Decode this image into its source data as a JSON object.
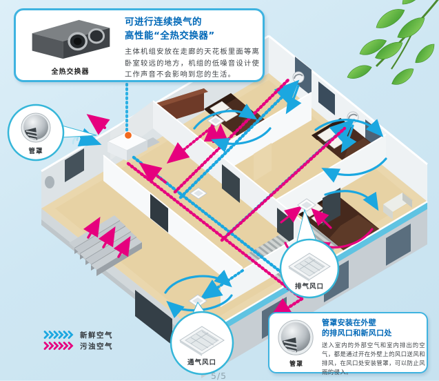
{
  "page": {
    "page_number": "5/5"
  },
  "colors": {
    "background": "#cfe7f3",
    "box_border": "#3eb3e0",
    "title_blue": "#0068b7",
    "fresh_air_blue": "#1ba7e0",
    "polluted_air_pink": "#e6007e",
    "leaf_green": "#55ab35",
    "wall_teal_band": "#5fc3e2"
  },
  "top_info_box": {
    "product_label": "全热交换器",
    "title_line1": "可进行连续换气的",
    "title_line2": "高性能“全热交换器”",
    "body": "主体机组安放在走廊的天花板里面等离卧室较远的地方，机组的低噪音设计使工作声音不会影响到您的生活。"
  },
  "callouts": {
    "left_hood": {
      "label": "管罩"
    },
    "exhaust_vent": {
      "label": "排气风口"
    },
    "air_vent": {
      "label": "通气风口"
    }
  },
  "bottom_info_box": {
    "image_label": "管罩",
    "title_line1": "管罩安装在外壁",
    "title_line2": "的排风口和新风口处",
    "body": "送入室内的外部空气和室内排出的空气，都是通过开在外壁上的风口送风和排风，在风口处安装管罩，可以防止风雨的侵入。"
  },
  "legend": {
    "fresh": {
      "label": "新鲜空气",
      "color": "#1ba7e0"
    },
    "polluted": {
      "label": "污浊空气",
      "color": "#e6007e"
    }
  }
}
